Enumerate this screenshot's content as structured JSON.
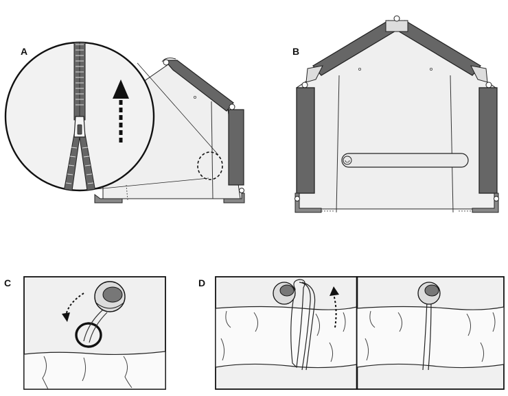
{
  "panels": {
    "a": {
      "label": "A"
    },
    "b": {
      "label": "B"
    },
    "c": {
      "label": "C"
    },
    "d": {
      "label": "D"
    }
  },
  "colors": {
    "frame_dark": "#666666",
    "fabric": "#efefef",
    "outline": "#222222",
    "accent_red": "#c04040"
  },
  "icons": [
    "zipper-pull-icon",
    "up-arrow-icon",
    "ball-bungee-icon",
    "curved-arrow-icon"
  ]
}
